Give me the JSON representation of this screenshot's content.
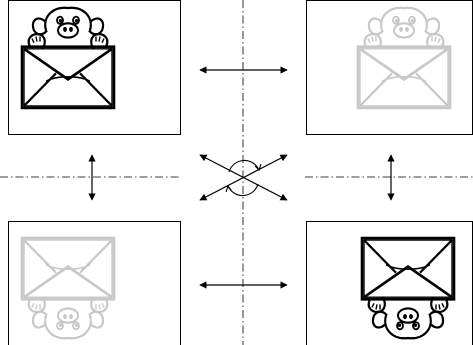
{
  "diagram": {
    "panels": [
      {
        "id": "top-left",
        "state": "active",
        "orientation": "upright"
      },
      {
        "id": "top-right",
        "state": "faded",
        "orientation": "upright"
      },
      {
        "id": "bottom-left",
        "state": "faded",
        "orientation": "flipped-vertical"
      },
      {
        "id": "bottom-right",
        "state": "active",
        "orientation": "rotated-180"
      }
    ],
    "arrows": [
      "horizontal-top",
      "horizontal-bottom",
      "vertical-left",
      "vertical-right",
      "diagonal-cross-with-rotation"
    ],
    "colors": {
      "active": "#000000",
      "faded": "#c8c8c8",
      "background": "#ffffff"
    },
    "icon": "envelope-with-dog-icon"
  }
}
